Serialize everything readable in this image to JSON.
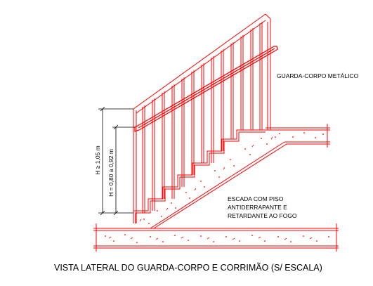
{
  "labels": {
    "guardrail": "GUARDA-CORPO METÁLICO",
    "stair_line1": "ESCADA COM PISO",
    "stair_line2": "ANTIDERRAPANTE E",
    "stair_line3": "RETARDANTE AO FOGO",
    "dim_total": "H ≥ 1,05 m",
    "dim_handrail": "H = 0,80 a 0,92 m",
    "caption": "VISTA LATERAL DO GUARDA-CORPO E CORRIMÃO (S/ ESCALA)"
  },
  "colors": {
    "drawing": "#ff0000",
    "dimension": "#000000",
    "text": "#000000",
    "background": "#ffffff"
  }
}
